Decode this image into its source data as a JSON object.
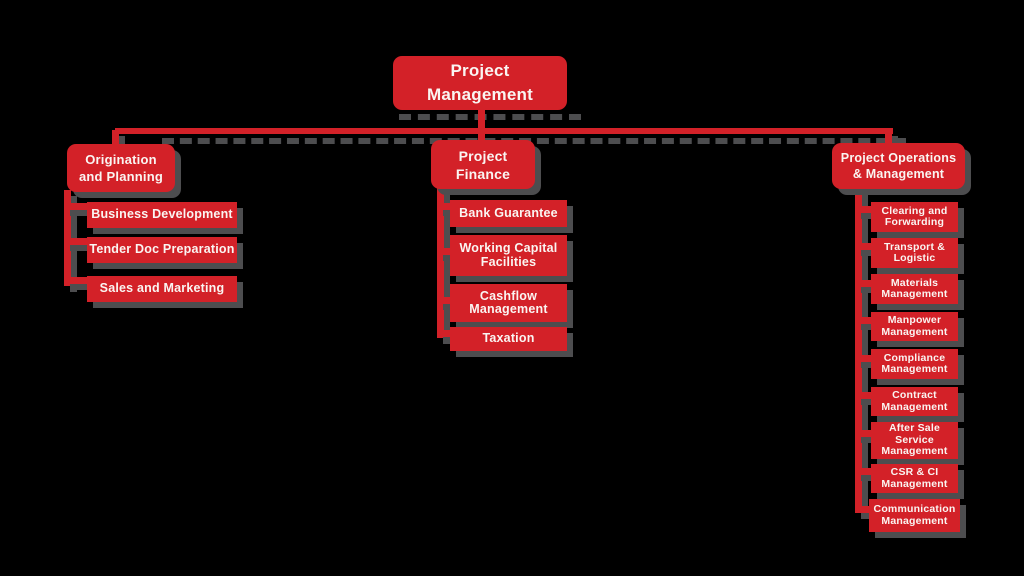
{
  "org": {
    "root": {
      "label": "Project\nManagement"
    },
    "branches": [
      {
        "label": "Origination\nand Planning",
        "children": [
          "Business Development",
          "Tender Doc Preparation",
          "Sales and Marketing"
        ]
      },
      {
        "label": "Project\nFinance",
        "children": [
          "Bank Guarantee",
          "Working Capital\nFacilities",
          "Cashflow\nManagement",
          "Taxation"
        ]
      },
      {
        "label": "Project Operations\n& Management",
        "children": [
          "Clearing and\nForwarding",
          "Transport &\nLogistic",
          "Materials\nManagement",
          "Manpower\nManagement",
          "Compliance\nManagement",
          "Contract\nManagement",
          "After Sale\nService\nManagement",
          "CSR & CI\nManagement",
          "Communication\nManagement"
        ]
      }
    ]
  },
  "colors": {
    "background": "#000000",
    "box_red": "#d32128",
    "shadow_gray": "#4d4d4f",
    "text_white": "#faf5f2"
  }
}
